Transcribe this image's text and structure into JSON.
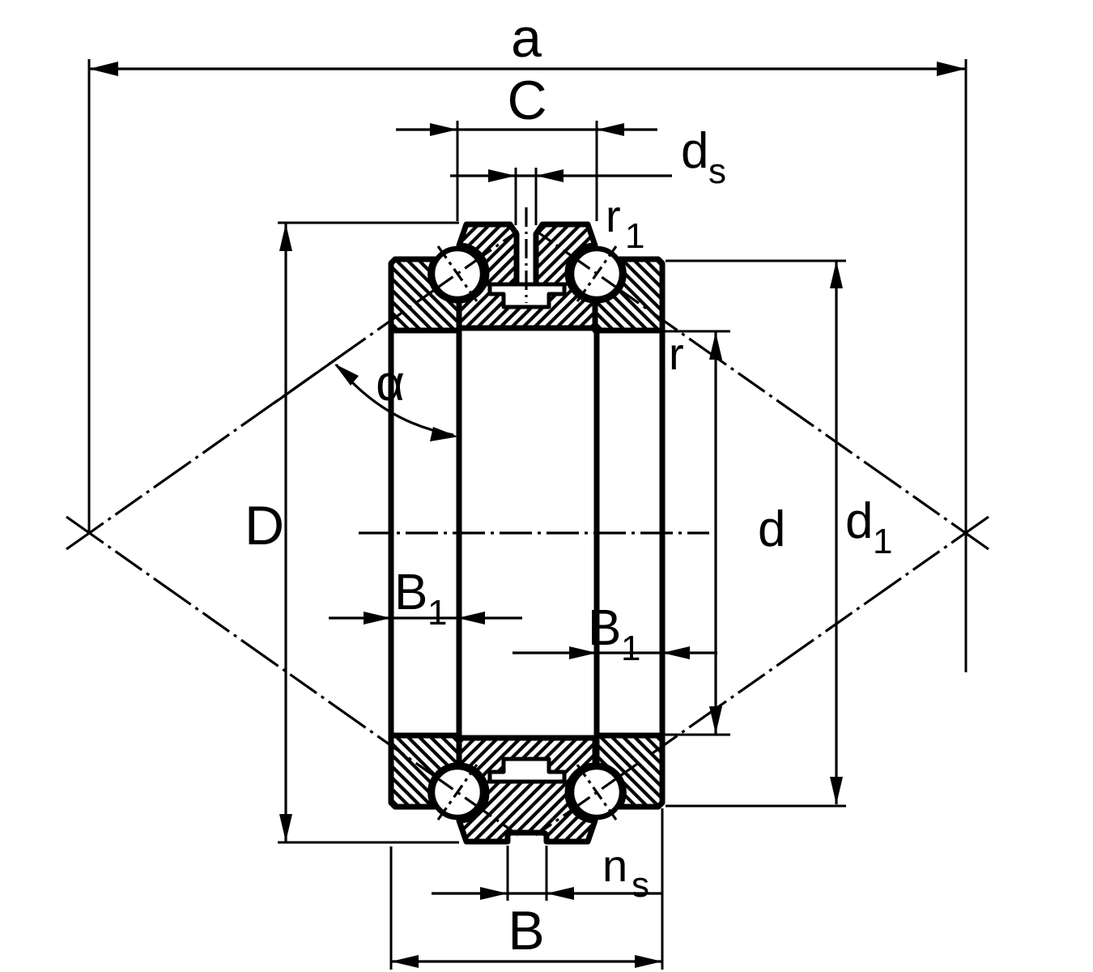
{
  "drawing": {
    "description": "bearing cross-section dimension drawing",
    "background_color": "#ffffff",
    "line_color": "#000000",
    "labels": {
      "a": "a",
      "C": "C",
      "ds": {
        "base": "d",
        "sub": "s"
      },
      "r1": {
        "base": "r",
        "sub": "1"
      },
      "r": "r",
      "alpha": "α",
      "D": "D",
      "d": "d",
      "d1": {
        "base": "d",
        "sub": "1"
      },
      "B1_left": {
        "base": "B",
        "sub": "1"
      },
      "B1_right": {
        "base": "B",
        "sub": "1"
      },
      "B": "B",
      "ns": {
        "base": "n",
        "sub": "s"
      }
    }
  }
}
